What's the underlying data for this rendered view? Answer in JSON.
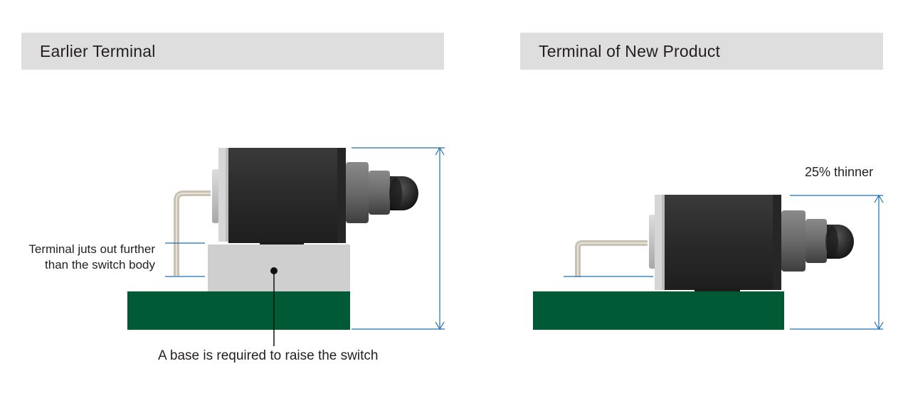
{
  "panels": {
    "left": {
      "title": "Earlier Terminal",
      "note_jut_line1": "Terminal juts out further",
      "note_jut_line2": "than the switch body",
      "note_base": "A base is required to raise the switch"
    },
    "right": {
      "title": "Terminal of New Product",
      "note_thinner": "25% thinner"
    }
  },
  "colors": {
    "pcb": "#005a36",
    "base": "#cfcfcf",
    "switch_body": "#2c2c2c",
    "terminal": "#c9c2b4",
    "dimension_line": "#1f6fb5",
    "header_bg": "#dddedd"
  }
}
